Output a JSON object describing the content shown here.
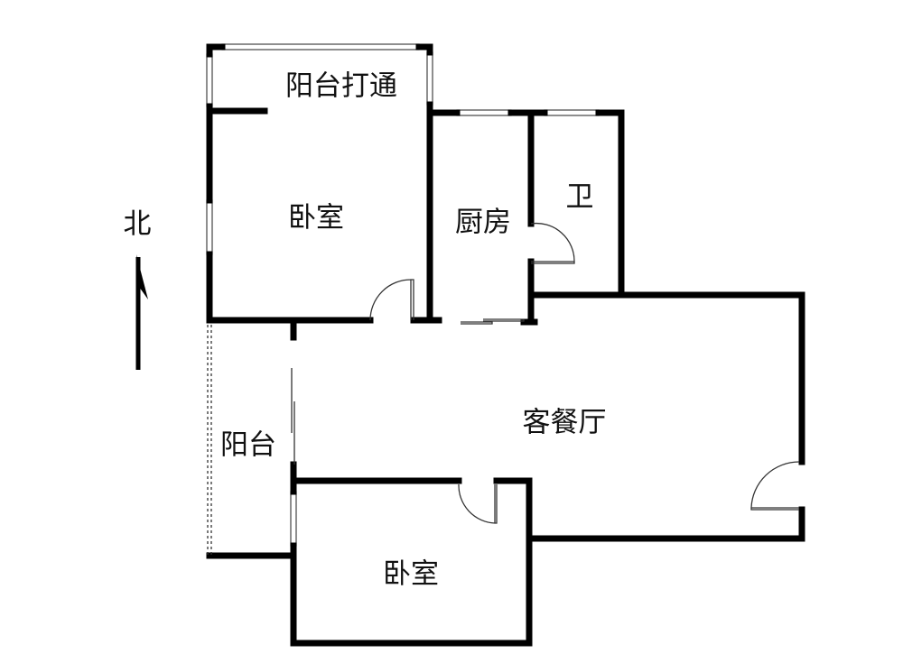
{
  "compass": {
    "label": "北"
  },
  "rooms": [
    {
      "id": "balcony-open",
      "label": "阳台打通"
    },
    {
      "id": "bedroom-north",
      "label": "卧室"
    },
    {
      "id": "kitchen",
      "label": "厨房"
    },
    {
      "id": "bathroom",
      "label": "卫"
    },
    {
      "id": "living-dining",
      "label": "客餐厅"
    },
    {
      "id": "balcony",
      "label": "阳台"
    },
    {
      "id": "bedroom-south",
      "label": "卧室"
    }
  ],
  "colors": {
    "wall": "#000000",
    "background": "#ffffff"
  }
}
